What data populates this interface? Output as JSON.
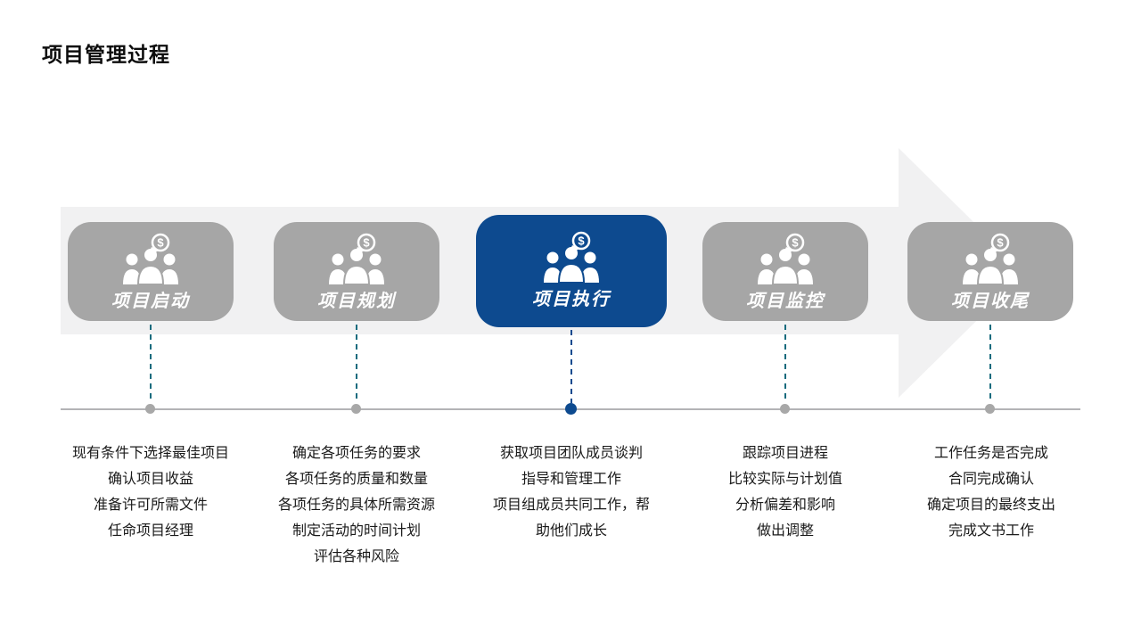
{
  "title": "项目管理过程",
  "colors": {
    "active_blue": "#0d4a8f",
    "inactive_gray": "#a6a6a6",
    "band_gray": "#f1f1f2",
    "connector_teal": "#176b7e",
    "timeline_gray": "#b3b3b6",
    "text_dark": "#1a1a1a"
  },
  "stages": [
    {
      "label": "项目启动",
      "icon": "people-group-dollar-icon",
      "active": false,
      "details": [
        "现有条件下选择最佳项目",
        "确认项目收益",
        "准备许可所需文件",
        "任命项目经理"
      ]
    },
    {
      "label": "项目规划",
      "icon": "people-group-dollar-icon",
      "active": false,
      "details": [
        "确定各项任务的要求",
        "各项任务的质量和数量",
        "各项任务的具体所需资源",
        "制定活动的时间计划",
        "评估各种风险"
      ]
    },
    {
      "label": "项目执行",
      "icon": "people-group-dollar-icon",
      "active": true,
      "details": [
        "获取项目团队成员谈判",
        "指导和管理工作",
        "项目组成员共同工作，帮",
        "助他们成长"
      ]
    },
    {
      "label": "项目监控",
      "icon": "people-group-dollar-icon",
      "active": false,
      "details": [
        "跟踪项目进程",
        "比较实际与计划值",
        "分析偏差和影响",
        "做出调整"
      ]
    },
    {
      "label": "项目收尾",
      "icon": "people-group-dollar-icon",
      "active": false,
      "details": [
        "工作任务是否完成",
        "合同完成确认",
        "确定项目的最终支出",
        "完成文书工作"
      ]
    }
  ]
}
